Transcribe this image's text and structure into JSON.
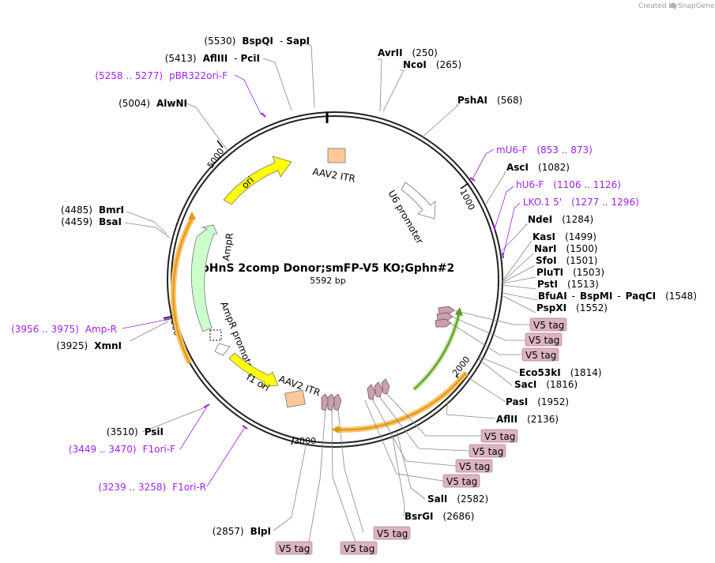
{
  "header": {
    "credit_prefix": "Created by",
    "credit_brand": "SnapGene"
  },
  "plasmid": {
    "name": "pHnS 2comp Donor;smFP-V5 KO;Gphn#2",
    "size": "5592 bp"
  },
  "ticks": [
    "1000",
    "2000",
    "3000",
    "4000",
    "5000"
  ],
  "enzymes_right": [
    {
      "name": "AvrII",
      "pos": "(250)"
    },
    {
      "name": "NcoI",
      "pos": "(265)"
    },
    {
      "name": "PshAI",
      "pos": "(568)"
    },
    {
      "name": "AscI",
      "pos": "(1082)"
    },
    {
      "name": "NdeI",
      "pos": "(1284)"
    },
    {
      "name": "KasI",
      "pos": "(1499)"
    },
    {
      "name": "NarI",
      "pos": "(1500)"
    },
    {
      "name": "SfoI",
      "pos": "(1501)"
    },
    {
      "name": "PluTI",
      "pos": "(1503)"
    },
    {
      "name": "PstI",
      "pos": "(1513)"
    },
    {
      "name": "BfuAI",
      "name2": "BspMI",
      "name3": "PaqCI",
      "pos": "(1548)"
    },
    {
      "name": "PspXI",
      "pos": "(1552)"
    },
    {
      "name": "Eco53kI",
      "pos": "(1814)"
    },
    {
      "name": "SacI",
      "pos": "(1816)"
    },
    {
      "name": "PasI",
      "pos": "(1952)"
    },
    {
      "name": "AflII",
      "pos": "(2136)"
    },
    {
      "name": "SalI",
      "pos": "(2582)"
    },
    {
      "name": "BsrGI",
      "pos": "(2686)"
    }
  ],
  "enzymes_left": [
    {
      "name": "BspQI",
      "name2": "SapI",
      "pos": "(5530)"
    },
    {
      "name": "AflIII",
      "name2": "PciI",
      "pos": "(5413)"
    },
    {
      "name": "AlwNI",
      "pos": "(5004)"
    },
    {
      "name": "BmrI",
      "pos": "(4485)"
    },
    {
      "name": "BsaI",
      "pos": "(4459)"
    },
    {
      "name": "XmnI",
      "pos": "(3925)"
    },
    {
      "name": "PsiI",
      "pos": "(3510)"
    },
    {
      "name": "BlpI",
      "pos": "(2857)"
    }
  ],
  "primers": [
    {
      "name": "pBR322ori-F",
      "range": "(5258 .. 5277)"
    },
    {
      "name": "mU6-F",
      "range": "(853 .. 873)"
    },
    {
      "name": "hU6-F",
      "range": "(1106 .. 1126)"
    },
    {
      "name": "LKO.1 5'",
      "range": "(1277 .. 1296)"
    },
    {
      "name": "Amp-R",
      "range": "(3956 .. 3975)"
    },
    {
      "name": "F1ori-F",
      "range": "(3449 .. 3470)"
    },
    {
      "name": "F1ori-R",
      "range": "(3239 .. 3258)"
    }
  ],
  "features": {
    "aav2_itr_top": "AAV2 ITR",
    "aav2_itr_bottom": "AAV2 ITR",
    "u6_promoter": "U6 promoter",
    "ori": "ori",
    "ampr": "AmpR",
    "ampr_promoter": "AmpR promoter",
    "f1_ori": "f1 ori"
  },
  "v5_tag_label": "V5 tag",
  "colors": {
    "backbone": "#222222",
    "primer": "#a020f0",
    "ori": "#ffff00",
    "ampr": "#ccffcc",
    "itr": "#ffc89a",
    "v5": "#c9a0ad",
    "orange": "#ffa500",
    "green": "#5a9c1e"
  }
}
